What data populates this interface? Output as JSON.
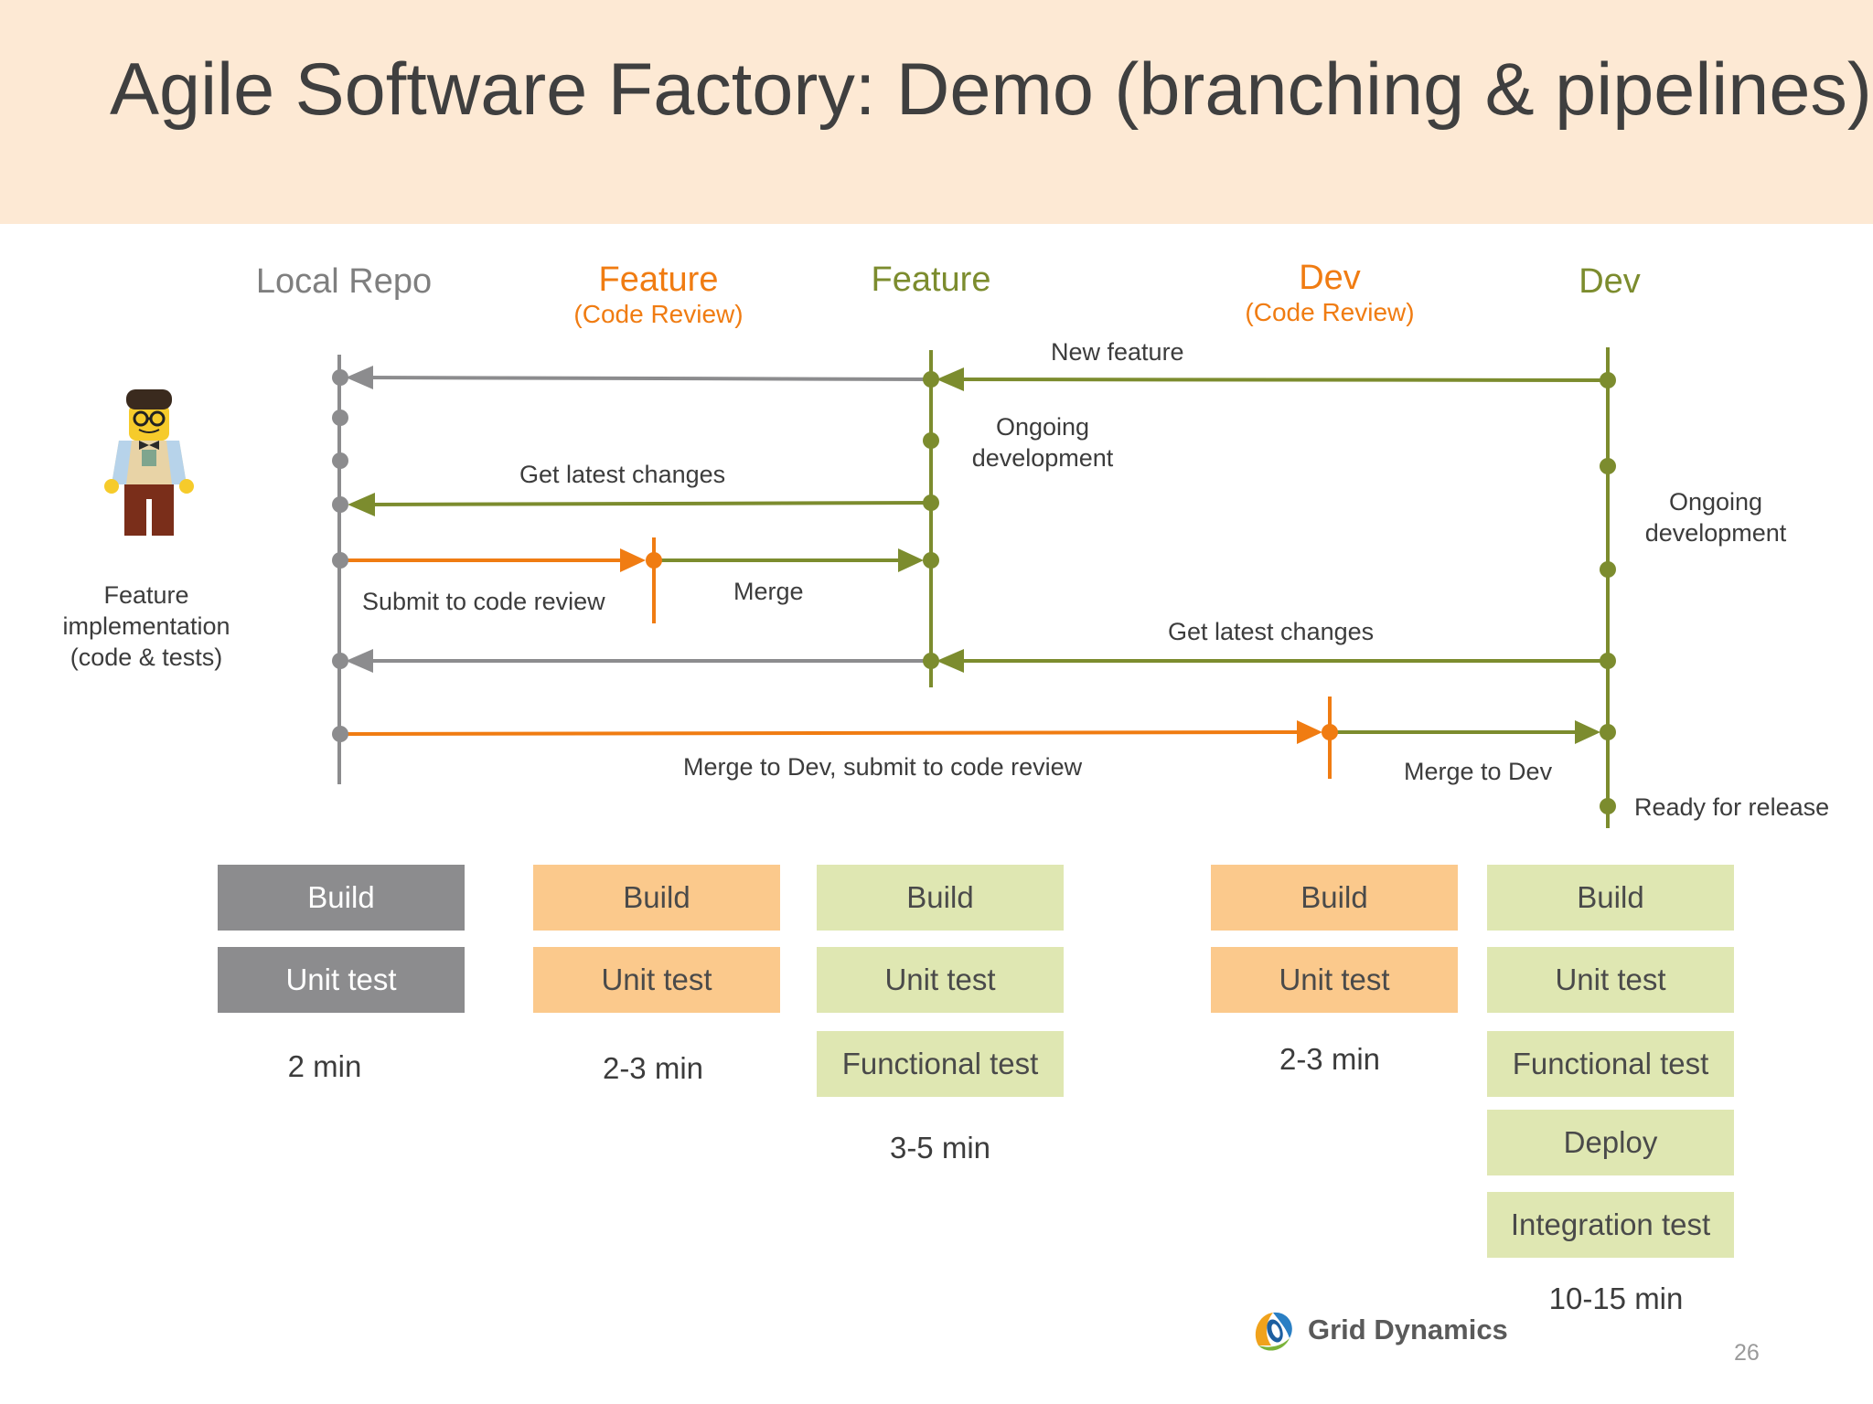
{
  "title": "Agile Software Factory: Demo (branching & pipelines)",
  "columns": [
    {
      "main": "Local Repo",
      "sub": ""
    },
    {
      "main": "Feature",
      "sub": "(Code Review)"
    },
    {
      "main": "Feature",
      "sub": ""
    },
    {
      "main": "Dev",
      "sub": "(Code Review)"
    },
    {
      "main": "Dev",
      "sub": ""
    }
  ],
  "labels": {
    "new_feature": "New feature",
    "ongoing_dev_feature_1": "Ongoing",
    "ongoing_dev_feature_2": "development",
    "get_latest_1": "Get latest changes",
    "submit_review": "Submit to code review",
    "merge": "Merge",
    "ongoing_dev_dev_1": "Ongoing",
    "ongoing_dev_dev_2": "development",
    "get_latest_2": "Get latest changes",
    "merge_to_dev_submit": "Merge to Dev, submit to code review",
    "merge_to_dev": "Merge to Dev",
    "ready_for_release": "Ready for release",
    "feature_impl_1": "Feature",
    "feature_impl_2": "implementation",
    "feature_impl_3": "(code & tests)"
  },
  "pipelines": [
    {
      "steps": [
        "Build",
        "Unit test"
      ],
      "time": "2 min",
      "color": "#8c8c8e"
    },
    {
      "steps": [
        "Build",
        "Unit test"
      ],
      "time": "2-3 min",
      "color": "#fbc98c"
    },
    {
      "steps": [
        "Build",
        "Unit test",
        "Functional test"
      ],
      "time": "3-5 min",
      "color": "#dfe7b2"
    },
    {
      "steps": [
        "Build",
        "Unit test"
      ],
      "time": "2-3 min",
      "color": "#fbc98c"
    },
    {
      "steps": [
        "Build",
        "Unit test",
        "Functional test",
        "Deploy",
        "Integration test"
      ],
      "time": "10-15 min",
      "color": "#dfe7b2"
    }
  ],
  "footer": {
    "logo_text": "Grid Dynamics",
    "page_number": "26"
  },
  "colors": {
    "gray": "#8c8c8e",
    "orange": "#f07c12",
    "olive": "#7c8c2e"
  },
  "icons": {
    "lego": "lego-figure-icon",
    "logo": "grid-dynamics-logo-icon"
  }
}
